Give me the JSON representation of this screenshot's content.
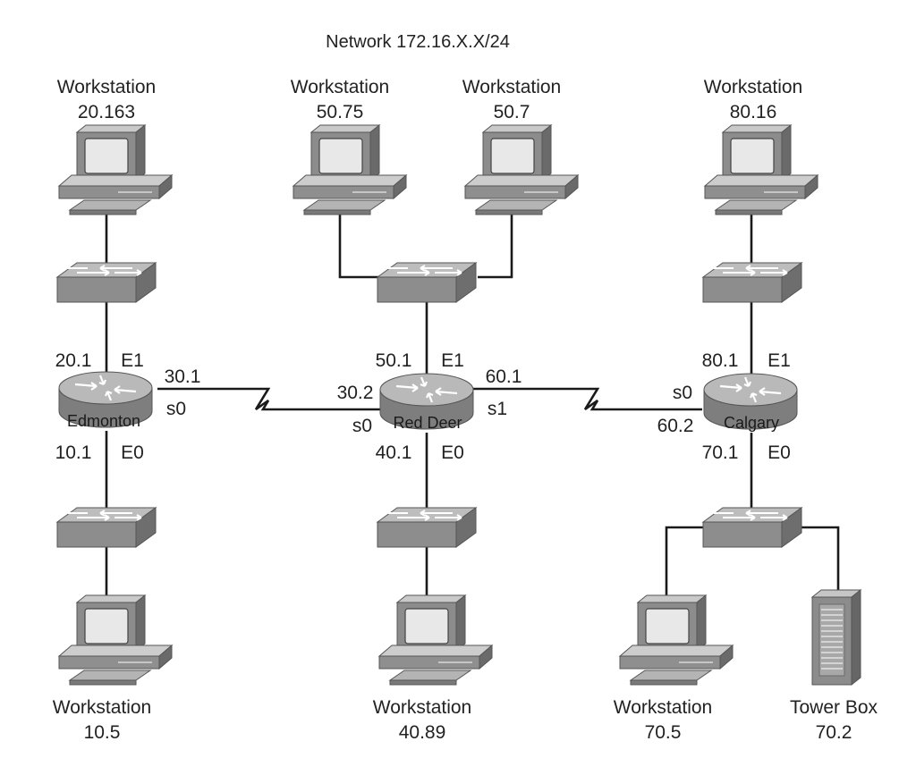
{
  "title": "Network 172.16.X.X/24",
  "workstation_word": "Workstation",
  "workstations": {
    "edmonton_top": "20.163",
    "reddeer_top_left": "50.75",
    "reddeer_top_right": "50.7",
    "calgary_top": "80.16",
    "edmonton_bottom": "10.5",
    "reddeer_bottom": "40.89",
    "calgary_bottom": "70.5"
  },
  "server": {
    "label": "Tower Box",
    "address": "70.2"
  },
  "routers": {
    "edmonton": {
      "name": "Edmonton",
      "e1_ip": "20.1",
      "e1": "E1",
      "e0_ip": "10.1",
      "e0": "E0",
      "s0_ip": "30.1",
      "s0": "s0"
    },
    "reddeer": {
      "name": "Red Deer",
      "e1_ip": "50.1",
      "e1": "E1",
      "e0_ip": "40.1",
      "e0": "E0",
      "s0_ip": "30.2",
      "s0": "s0",
      "s1_ip": "60.1",
      "s1": "s1"
    },
    "calgary": {
      "name": "Calgary",
      "e1_ip": "80.1",
      "e1": "E1",
      "e0_ip": "70.1",
      "e0": "E0",
      "s0_ip": "60.2",
      "s0": "s0"
    }
  },
  "colors": {
    "device_gray": "#8a8a8a",
    "device_light": "#cfcfcf",
    "device_dark": "#5a5a5a",
    "screen": "#e6e6e6",
    "line": "#1a1a1a"
  }
}
